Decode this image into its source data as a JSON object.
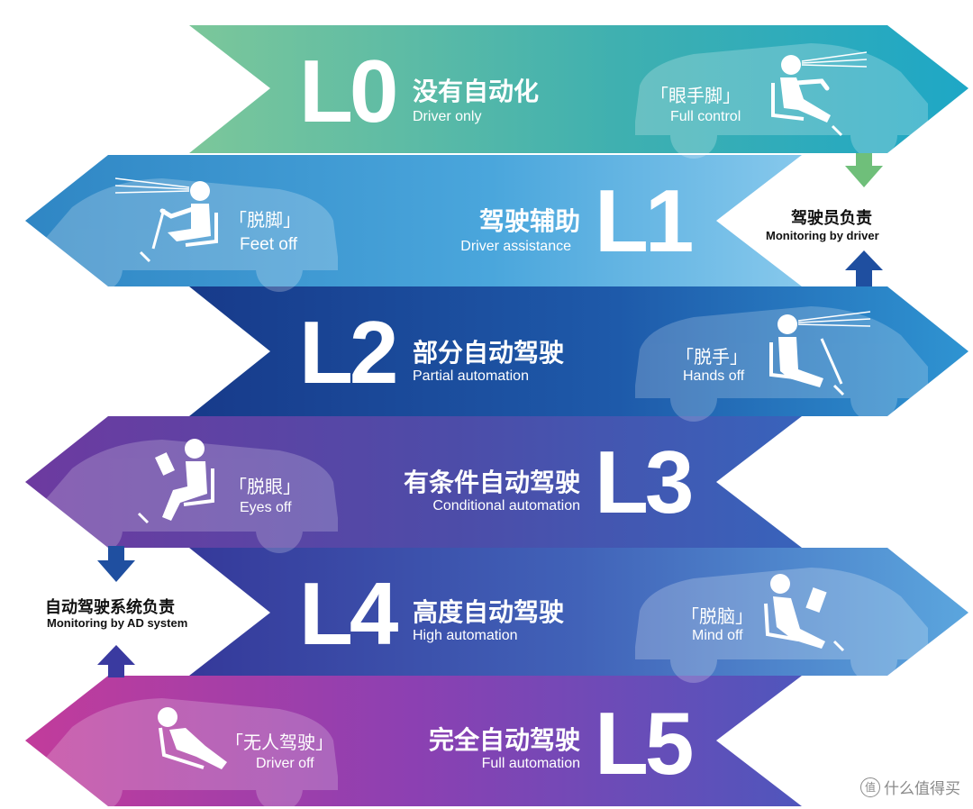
{
  "colors": {
    "l0": [
      "#79c39a",
      "#3aa8b2",
      "#1fa6c4"
    ],
    "l1": [
      "#2e7fc0",
      "#4aa3da",
      "#7fc4ea"
    ],
    "l2": [
      "#1a3f8f",
      "#1f5fae",
      "#2c8fd0"
    ],
    "l3": [
      "#6a3a9e",
      "#4f4aa8",
      "#3a5fb8"
    ],
    "l4": [
      "#3b3f9e",
      "#3f5fb6",
      "#5aa0dc"
    ],
    "l5": [
      "#c03a9a",
      "#8a3fb0",
      "#4f55bb"
    ],
    "side_arrow_green": "#6fbf7a",
    "side_arrow_blue": "#1f4fa0"
  },
  "levels": [
    {
      "id": "L0",
      "level": "L0",
      "title_cn": "没有自动化",
      "title_en": "Driver only",
      "stage_cn": "「眼手脚」",
      "stage_en": "Full control",
      "icon": "seated-driver-icon"
    },
    {
      "id": "L1",
      "level": "L1",
      "title_cn": "驾驶辅助",
      "title_en": "Driver assistance",
      "stage_cn": "「脱脚」",
      "stage_en": "Feet off",
      "icon": "seated-driver-icon"
    },
    {
      "id": "L2",
      "level": "L2",
      "title_cn": "部分自动驾驶",
      "title_en": "Partial automation",
      "stage_cn": "「脱手」",
      "stage_en": "Hands off",
      "icon": "seated-driver-icon"
    },
    {
      "id": "L3",
      "level": "L3",
      "title_cn": "有条件自动驾驶",
      "title_en": "Conditional automation",
      "stage_cn": "「脱眼」",
      "stage_en": "Eyes off",
      "icon": "reading-passenger-icon"
    },
    {
      "id": "L4",
      "level": "L4",
      "title_cn": "高度自动驾驶",
      "title_en": "High automation",
      "stage_cn": "「脱脑」",
      "stage_en": "Mind off",
      "icon": "laptop-passenger-icon"
    },
    {
      "id": "L5",
      "level": "L5",
      "title_cn": "完全自动驾驶",
      "title_en": "Full automation",
      "stage_cn": "「无人驾驶」",
      "stage_en": "Driver off",
      "icon": "reclining-passenger-icon"
    }
  ],
  "side_labels": {
    "driver": {
      "cn": "驾驶员负责",
      "en": "Monitoring by driver"
    },
    "system": {
      "cn": "自动驾驶系统负责",
      "en": "Monitoring by AD system"
    }
  },
  "watermark": {
    "symbol": "值",
    "text": "什么值得买"
  }
}
